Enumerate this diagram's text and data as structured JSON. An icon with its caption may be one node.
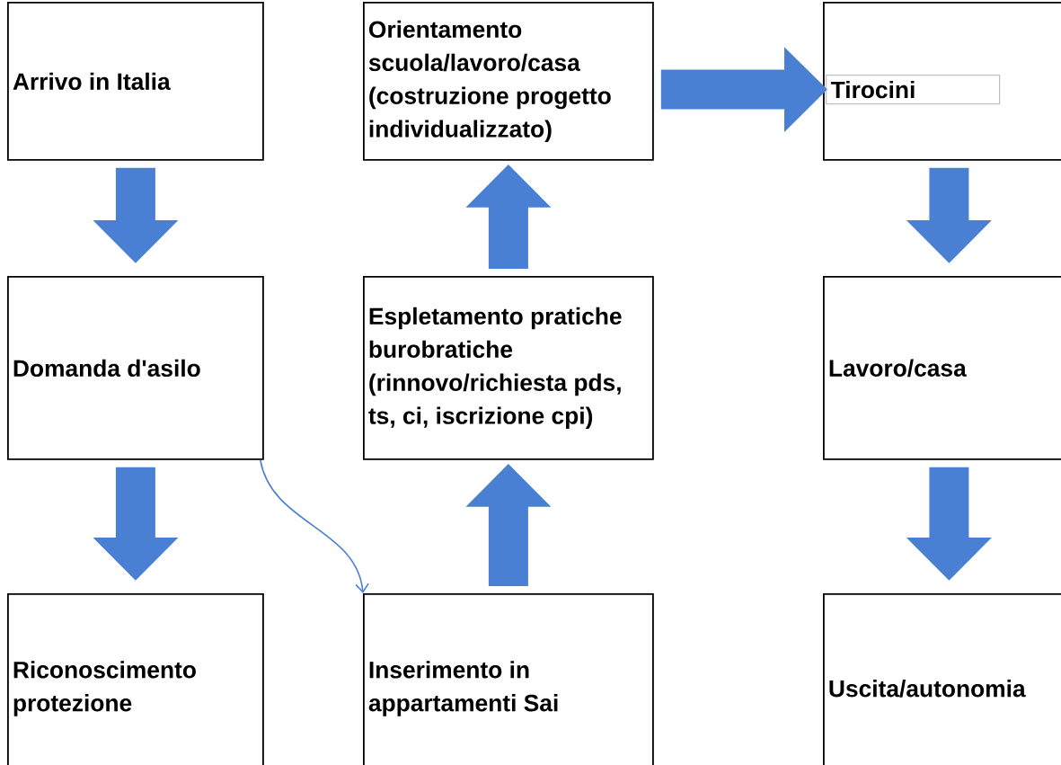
{
  "diagram": {
    "nodes": [
      {
        "text": [
          "Arrivo in Italia"
        ]
      },
      {
        "text": [
          "Orientamento scuola/lavoro/casa (costruzione progetto individualizzato)"
        ]
      },
      {
        "text": [],
        "shape": "box"
      },
      {
        "text": [
          "Tirocini"
        ],
        "in": 2
      },
      {
        "text": [
          "Domanda d'asilo"
        ]
      },
      {
        "text": [
          "Espletamento pratiche burobratiche (rinnovo/richiesta pds, ts, ci, iscrizione cpi)"
        ]
      },
      {
        "text": [
          "Lavoro/casa"
        ]
      },
      {
        "text": [
          "Riconoscimento protezione"
        ]
      },
      {
        "text": [
          "Inserimento in appartamenti Sai"
        ]
      },
      {
        "text": [
          "Uscita/autonomia"
        ]
      }
    ],
    "edges": [
      {
        "from": 0,
        "to": 4,
        "arrow": "to"
      },
      {
        "from": 4,
        "to": 7,
        "arrow": "to"
      },
      {
        "from": 4,
        "to": 8,
        "arrow": "to"
      },
      {
        "from": 8,
        "to": 5,
        "arrow": "to"
      },
      {
        "from": 5,
        "to": 1,
        "arrow": "to"
      },
      {
        "from": 1,
        "to": 3,
        "arrow": "to"
      },
      {
        "from": 2,
        "to": 6,
        "arrow": "to"
      },
      {
        "from": 6,
        "to": 9,
        "arrow": "to"
      }
    ]
  }
}
